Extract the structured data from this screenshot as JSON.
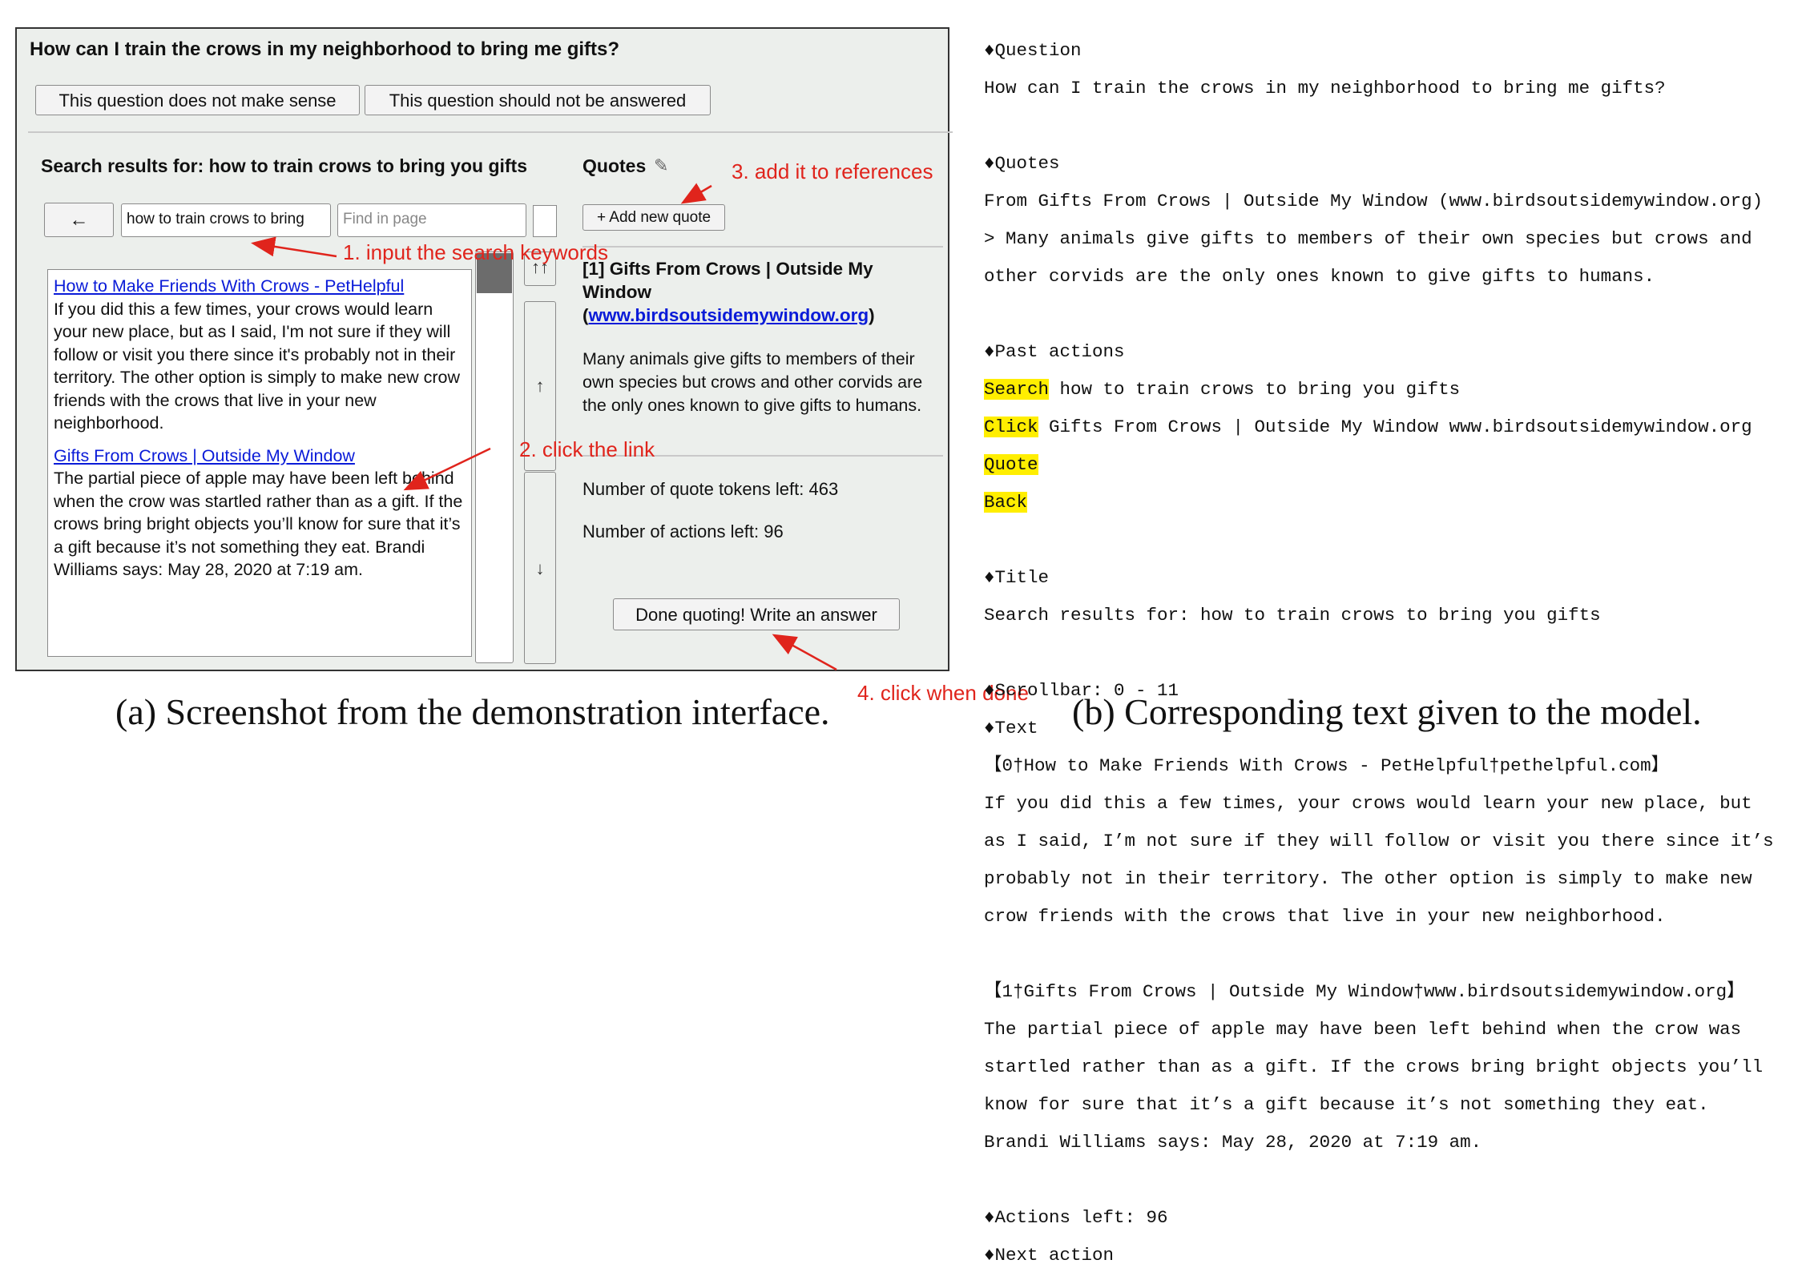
{
  "interface": {
    "question": "How can I train the crows in my neighborhood to bring me gifts?",
    "buttons": {
      "no_sense": "This question does not make sense",
      "no_answer": "This question should not be answered",
      "back": "←",
      "add_quote": "+ Add new quote",
      "done": "Done quoting! Write an answer"
    },
    "search_title": "Search results for: how to train crows to bring you gifts",
    "search_value": "how to train crows to bring",
    "find_placeholder": "Find in page",
    "quotes_title": "Quotes",
    "pencil_icon": "✎",
    "results": [
      {
        "title": "How to Make Friends With Crows - PetHelpful",
        "snippet": "If you did this a few times, your crows would learn your new place, but as I said, I'm not sure if they will follow or visit you there since it's probably not in their territory. The other option is simply to make new crow friends with the crows that live in your new neighborhood."
      },
      {
        "title": "Gifts From Crows | Outside My Window",
        "snippet": "The partial piece of apple may have been left behind when the crow was startled rather than as a gift. If the crows bring bright objects you’ll know for sure that it’s a gift because it’s not something they eat. Brandi Williams says: May 28, 2020 at 7:19 am."
      }
    ],
    "scroll_buttons": {
      "top": "↑↑",
      "up": "↑",
      "down": "↓"
    },
    "quote": {
      "heading": "[1] Gifts From Crows | Outside My Window",
      "link_text": "www.birdsoutsidemywindow.org",
      "body": "Many animals give gifts to members of their own species but crows and other corvids are the only ones known to give gifts to humans."
    },
    "tokens_left": "Number of quote tokens left: 463",
    "actions_left": "Number of actions left: 96"
  },
  "annotations": {
    "a1": "1. input the search keywords",
    "a2": "2. click the link",
    "a3": "3. add it to references",
    "a4": "4. click when done",
    "color": "#e0241c"
  },
  "captions": {
    "a": "(a) Screenshot from the demonstration interface.",
    "b": "(b) Corresponding text given to the model."
  },
  "model_text": {
    "question_h": "♦Question",
    "question": "How can I train the crows in my neighborhood to bring me gifts?",
    "quotes_h": "♦Quotes",
    "quotes_1": "From Gifts From Crows | Outside My Window (www.birdsoutsidemywindow.org)",
    "quotes_2": "> Many animals give gifts to members of their own species but crows and",
    "quotes_3": "other corvids are the only ones known to give gifts to humans.",
    "past_h": "♦Past actions",
    "act_search": "Search",
    "act_search_rest": " how to train crows to bring you gifts",
    "act_click": "Click",
    "act_click_rest": " Gifts From Crows | Outside My Window www.birdsoutsidemywindow.org",
    "act_quote": "Quote",
    "act_back": "Back",
    "title_h": "♦Title",
    "title": "Search results for: how to train crows to bring you gifts",
    "scroll_h": "♦Scrollbar: 0 - 11",
    "text_h": "♦Text",
    "r0_head": "【0†How to Make Friends With Crows - PetHelpful†pethelpful.com】",
    "r0_1": "If you did this a few times, your crows would learn your new place, but",
    "r0_2": "as I said, I’m not sure if they will follow or visit you there since it’s",
    "r0_3": "probably not in their territory. The other option is simply to make new",
    "r0_4": "crow friends with the crows that live in your new neighborhood.",
    "r1_head": "【1†Gifts From Crows | Outside My Window†www.birdsoutsidemywindow.org】",
    "r1_1": "The partial piece of apple may have been left behind when the crow was",
    "r1_2": "startled rather than as a gift. If the crows bring bright objects you’ll",
    "r1_3": "know for sure that it’s a gift because it’s not something they eat.",
    "r1_4": "Brandi Williams says: May 28, 2020 at 7:19 am.",
    "actions_left": "♦Actions left: 96",
    "next_action": "♦Next action",
    "highlight_color": "#ffee00"
  }
}
